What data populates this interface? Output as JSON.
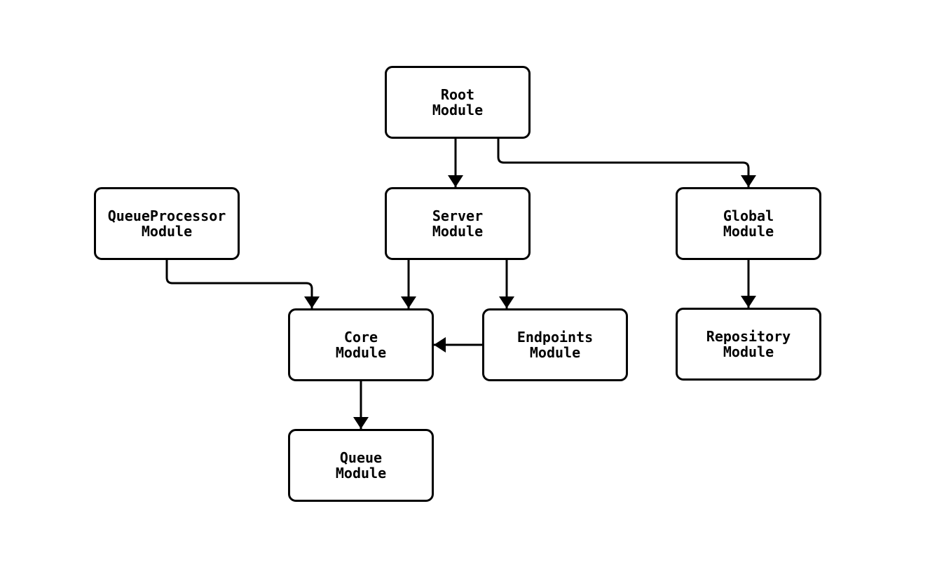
{
  "diagram": {
    "type": "flowchart",
    "direction": "top-down",
    "colors": {
      "background": "#ffffff",
      "node_fill": "#ffffff",
      "node_border": "#000000",
      "edge_line": "#000000",
      "text": "#000000"
    }
  },
  "nodes": {
    "root": {
      "label": "Root\nModule"
    },
    "queueprocessor": {
      "label": "QueueProcessor\nModule"
    },
    "server": {
      "label": "Server\nModule"
    },
    "global": {
      "label": "Global\nModule"
    },
    "core": {
      "label": "Core\nModule"
    },
    "endpoints": {
      "label": "Endpoints\nModule"
    },
    "repository": {
      "label": "Repository\nModule"
    },
    "queue": {
      "label": "Queue\nModule"
    }
  },
  "edges": [
    {
      "from": "Root Module",
      "to": "Server Module"
    },
    {
      "from": "Root Module",
      "to": "Global Module"
    },
    {
      "from": "QueueProcessor Module",
      "to": "Core Module"
    },
    {
      "from": "Server Module",
      "to": "Core Module"
    },
    {
      "from": "Server Module",
      "to": "Endpoints Module"
    },
    {
      "from": "Endpoints Module",
      "to": "Core Module"
    },
    {
      "from": "Global Module",
      "to": "Repository Module"
    },
    {
      "from": "Core Module",
      "to": "Queue Module"
    }
  ]
}
